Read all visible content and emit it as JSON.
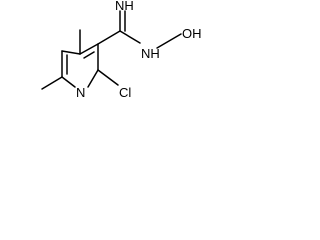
{
  "molecule": {
    "atoms": {
      "ring_nitrogen": "N",
      "chlorine": "Cl",
      "imine": "NH",
      "hydroxylamine_nh": "NH",
      "hydroxyl": "OH"
    },
    "separator": "–"
  }
}
